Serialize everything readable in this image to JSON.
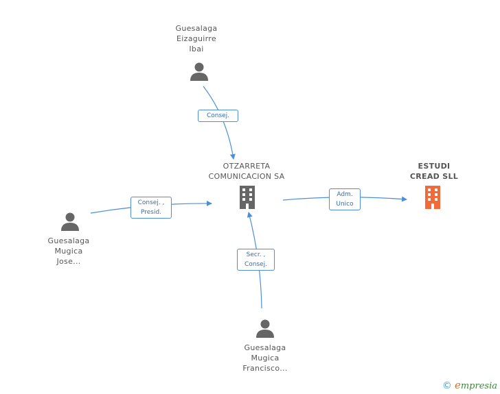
{
  "nodes": {
    "person_top": {
      "name_lines": [
        "Guesalaga",
        "Eizaguirre",
        "Ibai"
      ],
      "icon": "person-icon",
      "color": "#666666"
    },
    "company_center": {
      "name_lines": [
        "OTZARRETA",
        "COMUNICACION SA"
      ],
      "icon": "building-icon",
      "color": "#666666"
    },
    "company_right": {
      "name_lines": [
        "ESTUDI",
        "CREAD SLL"
      ],
      "icon": "building-icon",
      "color": "#f26a3a"
    },
    "person_left": {
      "name_lines": [
        "Guesalaga",
        "Mugica",
        "Jose..."
      ],
      "icon": "person-icon",
      "color": "#666666"
    },
    "person_bottom": {
      "name_lines": [
        "Guesalaga",
        "Mugica",
        "Francisco..."
      ],
      "icon": "person-icon",
      "color": "#666666"
    }
  },
  "edges": {
    "top_to_center": {
      "lines": [
        "Consej."
      ]
    },
    "left_to_center": {
      "lines": [
        "Consej. ,",
        "Presid."
      ]
    },
    "center_to_right": {
      "lines": [
        "Adm.",
        "Unico"
      ]
    },
    "bottom_to_center": {
      "lines": [
        "Secr. ,",
        "Consej."
      ]
    }
  },
  "edge_color": "#4a8fd8",
  "footer": {
    "copyright_symbol": "©",
    "brand_initial": "e",
    "brand_rest": "mpresia"
  }
}
